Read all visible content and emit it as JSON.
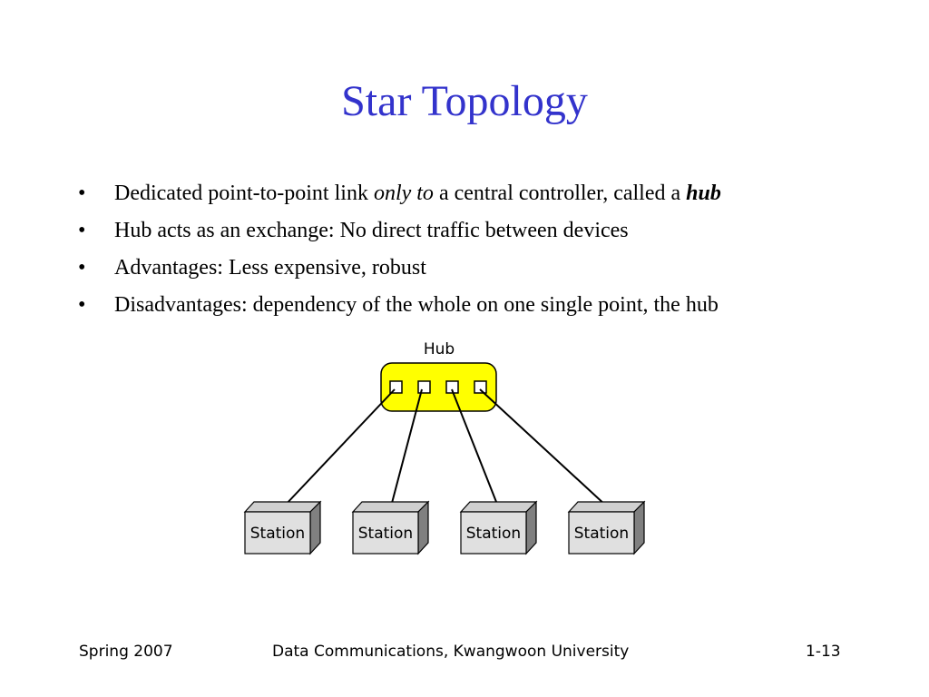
{
  "slide": {
    "title": "Star Topology",
    "bullets": [
      {
        "parts": [
          {
            "text": "Dedicated point-to-point link ",
            "style": "normal"
          },
          {
            "text": "only to",
            "style": "italic"
          },
          {
            "text": " a central controller, called a ",
            "style": "normal"
          },
          {
            "text": "hub",
            "style": "bold-italic"
          }
        ]
      },
      {
        "parts": [
          {
            "text": "Hub acts as an exchange: No direct traffic between devices",
            "style": "normal"
          }
        ]
      },
      {
        "parts": [
          {
            "text": "Advantages: Less expensive, robust",
            "style": "normal"
          }
        ]
      },
      {
        "parts": [
          {
            "text": "Disadvantages: dependency of the whole on one single point, the hub",
            "style": "normal"
          }
        ]
      }
    ],
    "bullet_char": "•"
  },
  "diagram": {
    "hub_label": "Hub",
    "stations": [
      "Station",
      "Station",
      "Station",
      "Station"
    ],
    "colors": {
      "hub_fill": "#ffff00",
      "station_front": "#e0e0e0",
      "station_top": "#d0d0d0",
      "station_side": "#808080"
    }
  },
  "footer": {
    "left": "Spring 2007",
    "center": "Data Communications, Kwangwoon University",
    "right": "1-13"
  }
}
